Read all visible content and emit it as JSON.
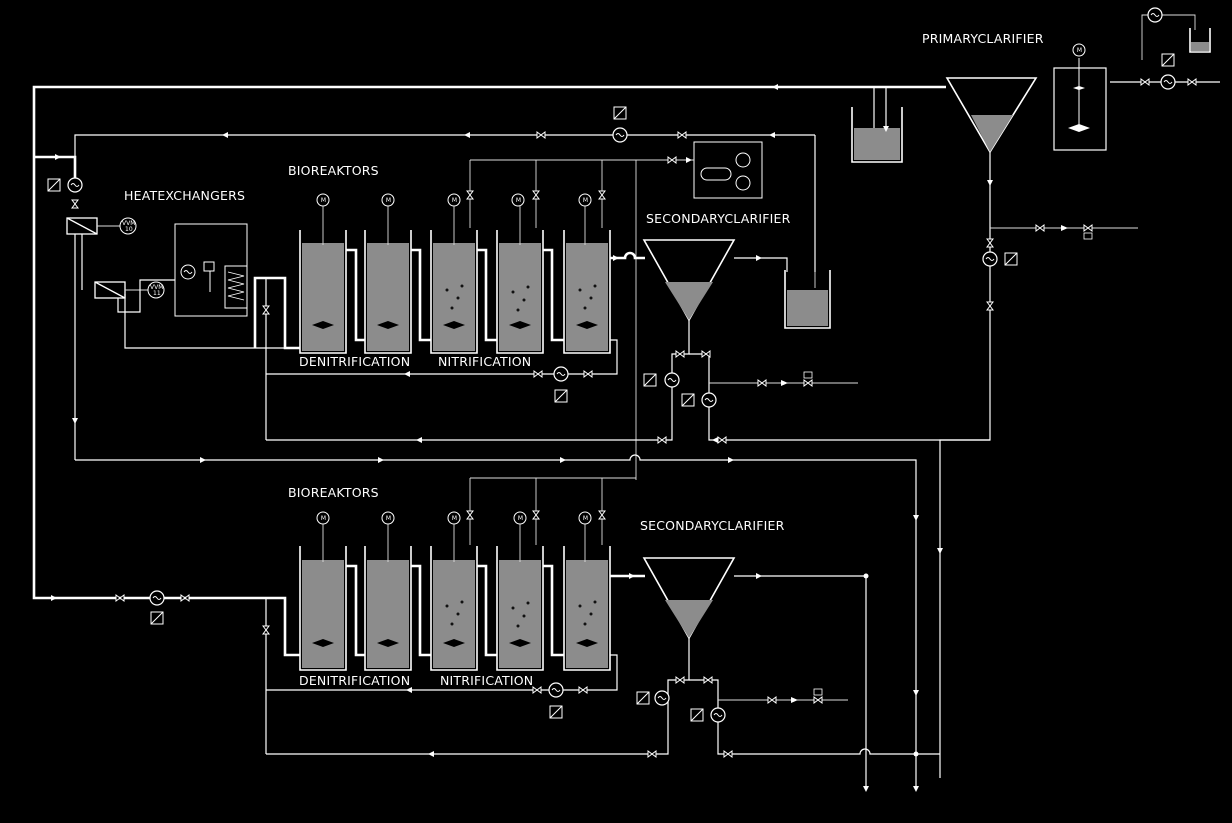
{
  "labels": {
    "primary_clarifier": "PRIMARYCLARIFIER",
    "heat_exchangers": "HEATEXCHANGERS",
    "bioreaktors_top": "BIOREAKTORS",
    "bioreaktors_bottom": "BIOREAKTORS",
    "secondary_clarifier_top": "SECONDARYCLARIFIER",
    "secondary_clarifier_bottom": "SECONDARYCLARIFIER",
    "denitrification_top": "DENITRIFICATION",
    "nitrification_top": "NITRIFICATION",
    "denitrification_bottom": "DENITRIFICATION",
    "nitrification_bottom": "NITRIFICATION"
  },
  "instrument_tags": {
    "vvm_10": "VVM 10",
    "vvm_11": "VVM 11",
    "motor": "M"
  },
  "colors": {
    "background": "#000000",
    "line": "#ffffff",
    "liquid": "#8c8c8c"
  }
}
